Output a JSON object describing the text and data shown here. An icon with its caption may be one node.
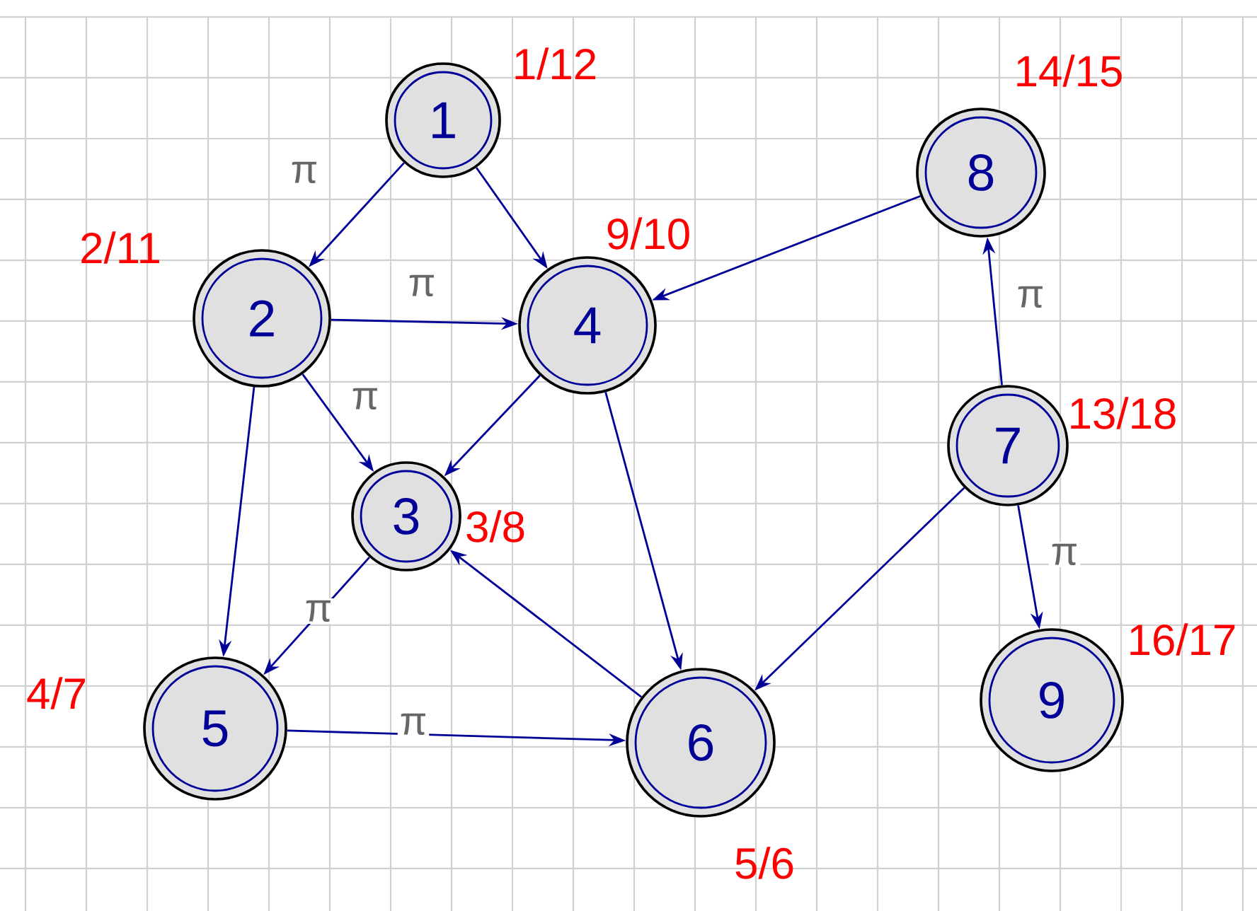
{
  "diagram": {
    "nodes": [
      {
        "text": [
          "1"
        ],
        "beside": [
          "1/12"
        ]
      },
      {
        "text": [
          "2"
        ],
        "beside": [
          "2/11"
        ]
      },
      {
        "text": [
          "4"
        ],
        "beside": [
          "9/10"
        ]
      },
      {
        "text": [
          "3"
        ],
        "beside": [
          "3/8"
        ]
      },
      {
        "text": [
          "5"
        ],
        "beside": [
          "4/7"
        ]
      },
      {
        "text": [
          "6"
        ],
        "beside": [
          "5/6"
        ]
      },
      {
        "text": [
          "8"
        ],
        "beside": [
          "14/15"
        ]
      },
      {
        "text": [
          "7"
        ],
        "beside": [
          "13/18"
        ]
      },
      {
        "text": [
          "9"
        ],
        "beside": [
          "16/17"
        ]
      }
    ],
    "edges": [
      {
        "from": 0,
        "to": 1,
        "arrow": "to",
        "label": "π"
      },
      {
        "from": 0,
        "to": 2,
        "arrow": "to"
      },
      {
        "from": 1,
        "to": 2,
        "arrow": "to",
        "label": "π"
      },
      {
        "from": 1,
        "to": 3,
        "arrow": "to",
        "label": "π"
      },
      {
        "from": 1,
        "to": 4,
        "arrow": "to"
      },
      {
        "from": 2,
        "to": 3,
        "arrow": "to"
      },
      {
        "from": 2,
        "to": 5,
        "arrow": "to"
      },
      {
        "from": 3,
        "to": 4,
        "arrow": "to",
        "label": "π"
      },
      {
        "from": 4,
        "to": 5,
        "arrow": "to",
        "label": "π"
      },
      {
        "from": 5,
        "to": 3,
        "arrow": "to"
      },
      {
        "from": 6,
        "to": 2,
        "arrow": "to"
      },
      {
        "from": 7,
        "to": 6,
        "arrow": "to",
        "label": "π"
      },
      {
        "from": 7,
        "to": 5,
        "arrow": "to"
      },
      {
        "from": 7,
        "to": 8,
        "arrow": "to",
        "label": "π"
      }
    ]
  }
}
